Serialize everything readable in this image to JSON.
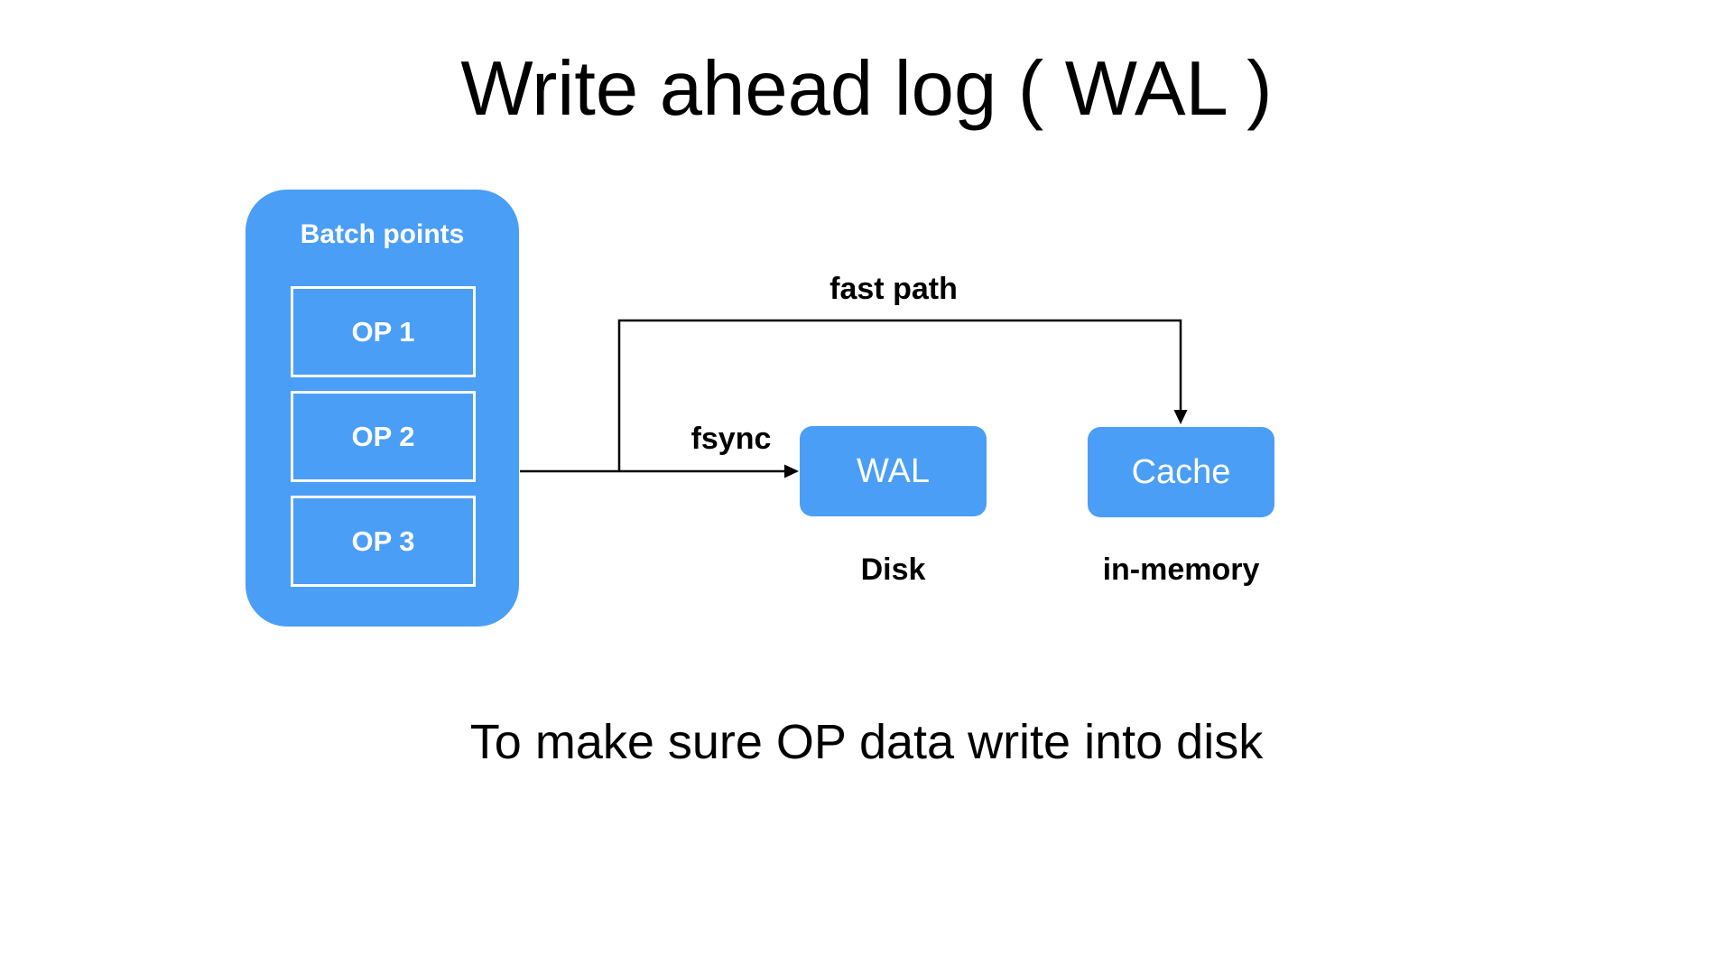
{
  "title": "Write ahead log ( WAL )",
  "subtitle": "To make sure OP data write into disk",
  "colors": {
    "primary_blue": "#4a9ef5",
    "text_black": "#000000",
    "background_white": "#ffffff",
    "box_text_white": "#ffffff",
    "connector_black": "#000000"
  },
  "batch": {
    "label": "Batch points",
    "ops": [
      "OP 1",
      "OP 2",
      "OP 3"
    ]
  },
  "nodes": {
    "wal": {
      "label": "WAL",
      "sublabel": "Disk"
    },
    "cache": {
      "label": "Cache",
      "sublabel": "in-memory"
    }
  },
  "edges": {
    "fast_path_label": "fast path",
    "fsync_label": "fsync"
  }
}
